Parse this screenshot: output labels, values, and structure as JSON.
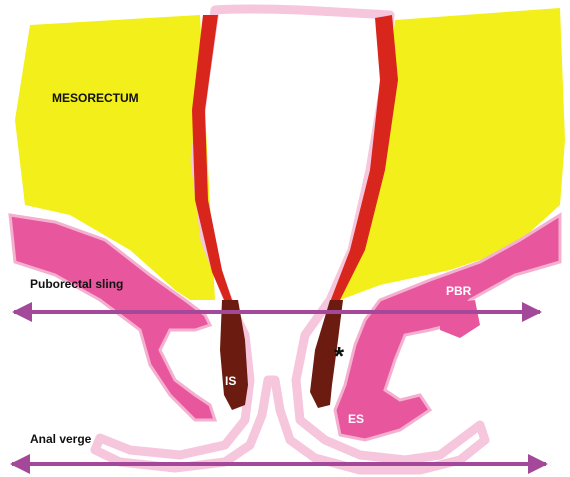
{
  "labels": {
    "mesorectum": "MESORECTUM",
    "puborectal_sling": "Puborectal sling",
    "anal_verge": "Anal verge",
    "pbr": "PBR",
    "is": "IS",
    "es": "ES",
    "asterisk": "*"
  },
  "colors": {
    "mesorectum_fat": "#f2ef1a",
    "muscle_pink": "#e8579e",
    "rectal_wall_red": "#d8261c",
    "internal_sphincter_brown": "#6b1b10",
    "mucosa_light_pink": "#f6c6dd",
    "arrow_purple": "#a4489a"
  }
}
